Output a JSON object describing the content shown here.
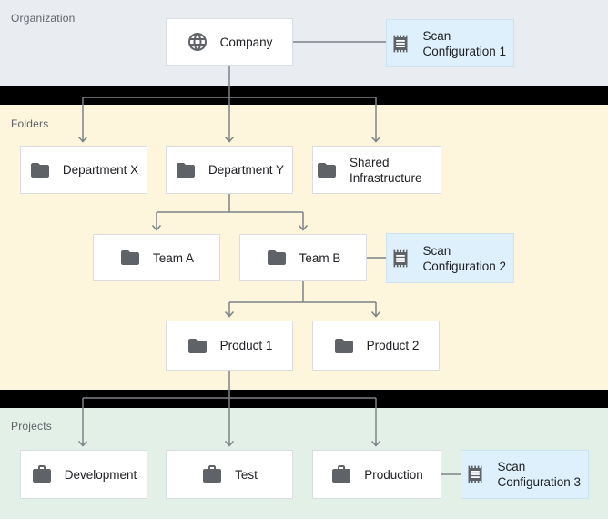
{
  "diagram_title": "resource-hierarchy-scan-configurations",
  "sections": [
    {
      "id": "organization",
      "label": "Organization",
      "bg": "#e9edf1"
    },
    {
      "id": "folders",
      "label": "Folders",
      "bg": "#fdf6dd"
    },
    {
      "id": "projects",
      "label": "Projects",
      "bg": "#e2f0e7"
    }
  ],
  "nodes": [
    {
      "id": "company",
      "label": "Company",
      "icon": "globe-icon",
      "section": "organization"
    },
    {
      "id": "scan-config-1",
      "label": "Scan Configuration 1",
      "icon": "scan-icon",
      "section": "organization"
    },
    {
      "id": "department-x",
      "label": "Department X",
      "icon": "folder-icon",
      "section": "folders"
    },
    {
      "id": "department-y",
      "label": "Department Y",
      "icon": "folder-icon",
      "section": "folders"
    },
    {
      "id": "shared-infrastructure",
      "label": "Shared Infrastructure",
      "icon": "folder-icon",
      "section": "folders"
    },
    {
      "id": "team-a",
      "label": "Team A",
      "icon": "folder-icon",
      "section": "folders"
    },
    {
      "id": "team-b",
      "label": "Team B",
      "icon": "folder-icon",
      "section": "folders"
    },
    {
      "id": "scan-config-2",
      "label": "Scan Configuration 2",
      "icon": "scan-icon",
      "section": "folders"
    },
    {
      "id": "product-1",
      "label": "Product 1",
      "icon": "folder-icon",
      "section": "folders"
    },
    {
      "id": "product-2",
      "label": "Product 2",
      "icon": "folder-icon",
      "section": "folders"
    },
    {
      "id": "development",
      "label": "Development",
      "icon": "briefcase-icon",
      "section": "projects"
    },
    {
      "id": "test",
      "label": "Test",
      "icon": "briefcase-icon",
      "section": "projects"
    },
    {
      "id": "production",
      "label": "Production",
      "icon": "briefcase-icon",
      "section": "projects"
    },
    {
      "id": "scan-config-3",
      "label": "Scan Configuration 3",
      "icon": "scan-icon",
      "section": "projects"
    }
  ],
  "edges": [
    {
      "from": "company",
      "to": "department-x",
      "type": "hierarchy-arrow"
    },
    {
      "from": "company",
      "to": "department-y",
      "type": "hierarchy-arrow"
    },
    {
      "from": "company",
      "to": "shared-infrastructure",
      "type": "hierarchy-arrow"
    },
    {
      "from": "department-y",
      "to": "team-a",
      "type": "hierarchy-arrow"
    },
    {
      "from": "department-y",
      "to": "team-b",
      "type": "hierarchy-arrow"
    },
    {
      "from": "team-b",
      "to": "product-1",
      "type": "hierarchy-arrow"
    },
    {
      "from": "team-b",
      "to": "product-2",
      "type": "hierarchy-arrow"
    },
    {
      "from": "product-1",
      "to": "development",
      "type": "hierarchy-arrow"
    },
    {
      "from": "product-1",
      "to": "test",
      "type": "hierarchy-arrow"
    },
    {
      "from": "product-1",
      "to": "production",
      "type": "hierarchy-arrow"
    },
    {
      "from": "company",
      "to": "scan-config-1",
      "type": "attachment-line"
    },
    {
      "from": "team-b",
      "to": "scan-config-2",
      "type": "attachment-line"
    },
    {
      "from": "production",
      "to": "scan-config-3",
      "type": "attachment-line"
    }
  ],
  "colors": {
    "organization_bg": "#e9edf1",
    "folders_bg": "#fdf6dd",
    "projects_bg": "#e2f0e7",
    "scan_config_bg": "#def0fb",
    "node_bg": "#ffffff",
    "node_border": "#d9dce0",
    "divider_bar": "#000000",
    "connector_line": "#7d8287",
    "icon_fill": "#5f6368",
    "label_text": "#202124",
    "section_label_text": "#5f6368"
  }
}
